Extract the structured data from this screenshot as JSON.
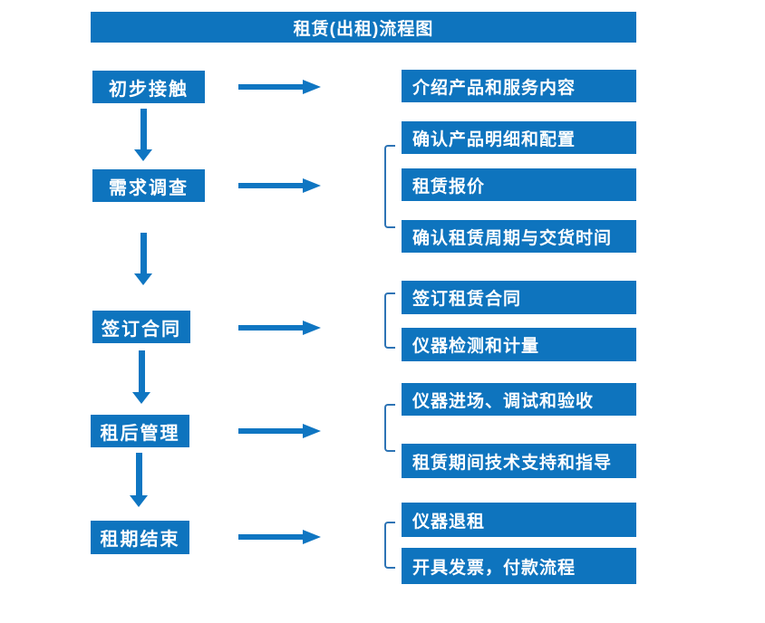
{
  "title": "租赁(出租)流程图",
  "colors": {
    "box_blue": "#0E74BE",
    "arrow_blue": "#0F76C2",
    "bracket_blue": "#2E74B5",
    "box_text": "#FFFFFF",
    "background": "#FFFFFF"
  },
  "stages": [
    {
      "label": "初步接触",
      "outputs": [
        "介绍产品和服务内容"
      ]
    },
    {
      "label": "需求调查",
      "outputs": [
        "确认产品明细和配置",
        "租赁报价",
        "确认租赁周期与交货时间"
      ]
    },
    {
      "label": "签订合同",
      "outputs": [
        "签订租赁合同",
        "仪器检测和计量"
      ]
    },
    {
      "label": "租后管理",
      "outputs": [
        "仪器进场、调试和验收",
        "租赁期间技术支持和指导"
      ]
    },
    {
      "label": "租期结束",
      "outputs": [
        "仪器退租",
        "开具发票，付款流程"
      ]
    }
  ]
}
